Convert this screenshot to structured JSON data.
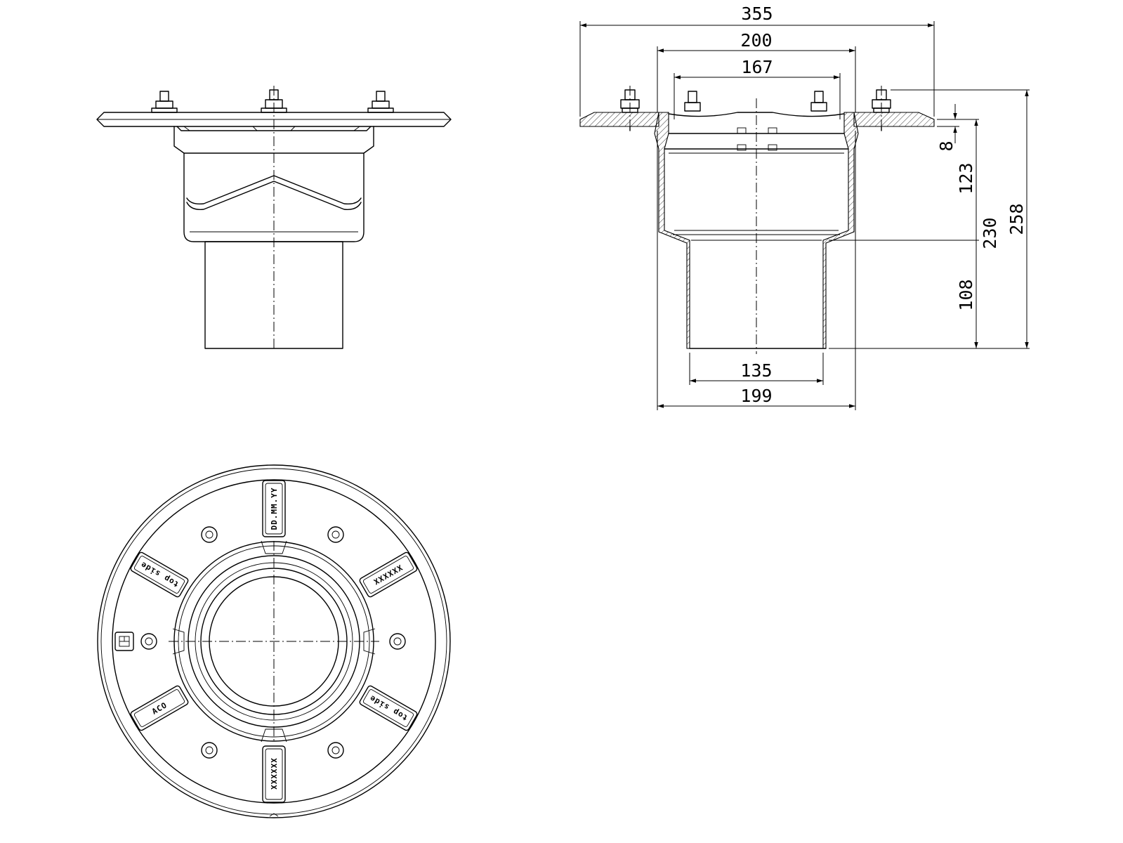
{
  "drawing": {
    "side_dimensions": {
      "overall_flange_width": "355",
      "body_outer_width": "200",
      "body_inner_width": "167",
      "outlet_outer_width": "199",
      "outlet_inner_width": "135"
    },
    "height_dimensions": {
      "flange_thickness": "8",
      "upper_body_height": "123",
      "body_height": "230",
      "overall_height": "258",
      "outlet_height": "108"
    },
    "plan_stamps": {
      "date_code": "DD.MM.YY",
      "batch_code": "XXXXXX",
      "serial_code": "XXXXXX",
      "top_side_1": "top side",
      "top_side_2": "top side",
      "brand": "ACO"
    }
  }
}
